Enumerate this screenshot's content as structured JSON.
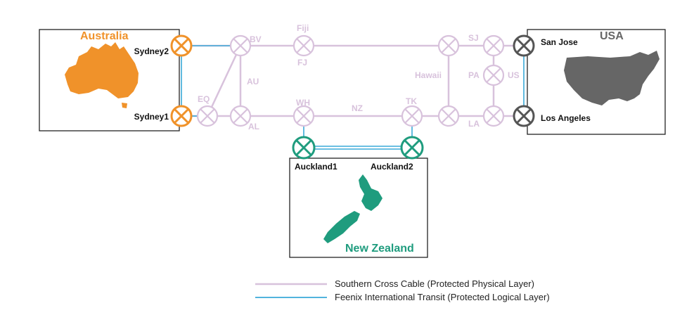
{
  "regions": {
    "australia": {
      "title": "Australia",
      "color": "#f0922a"
    },
    "usa": {
      "title": "USA",
      "color": "#666666"
    },
    "new_zealand": {
      "title": "New Zealand",
      "color": "#1f9c7e"
    }
  },
  "endpoints": {
    "sydney2": "Sydney2",
    "sydney1": "Sydney1",
    "san_jose": "San Jose",
    "los_angeles": "Los Angeles",
    "auckland1": "Auckland1",
    "auckland2": "Auckland2"
  },
  "cable_nodes": {
    "bv": "BV",
    "fiji": "Fiji",
    "fj": "FJ",
    "sj": "SJ",
    "eq": "EQ",
    "au": "AU",
    "hawaii": "Hawaii",
    "pa": "PA",
    "us": "US",
    "wh": "WH",
    "nz": "NZ",
    "tk": "TK",
    "al": "AL",
    "la": "LA"
  },
  "legend": {
    "physical": "Southern Cross Cable (Protected Physical Layer)",
    "logical": "Feenix International Transit (Protected Logical Layer)"
  },
  "colors": {
    "physical_layer": "#d8c2dc",
    "logical_layer": "#3aaad8",
    "australia_node": "#f0922a",
    "usa_node": "#555555",
    "nz_node": "#1f9c7e"
  },
  "icons": {
    "node": "crossed-circle-icon",
    "australia_map": "australia-map-icon",
    "usa_map": "usa-map-icon",
    "nz_map": "new-zealand-map-icon"
  }
}
